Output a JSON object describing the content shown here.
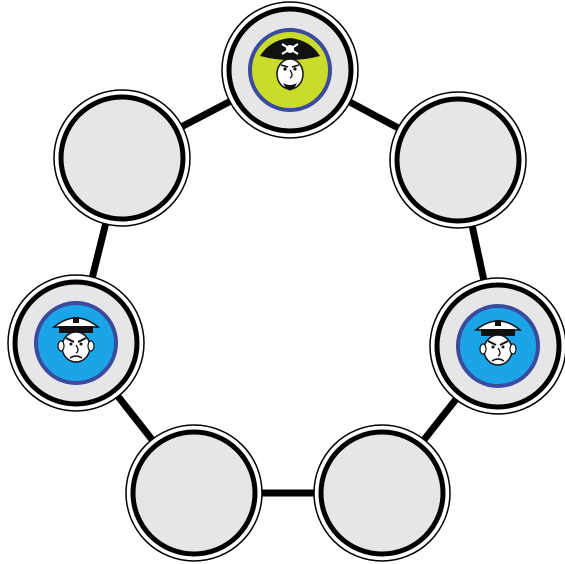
{
  "game": {
    "board_type": "cycle-graph",
    "colors": {
      "background": "#ffffff",
      "edge": "#000000",
      "node_fill": "#e6e6e8",
      "node_ring": "#000000",
      "pirate_disc": "#c9dc2a",
      "cop_disc": "#1ba4e8",
      "disc_border": "#3a4a9c"
    },
    "nodes": [
      {
        "id": 0,
        "token": "pirate",
        "icon": "pirate-icon"
      },
      {
        "id": 1,
        "token": "none",
        "icon": ""
      },
      {
        "id": 2,
        "token": "cop",
        "icon": "cop-icon"
      },
      {
        "id": 3,
        "token": "none",
        "icon": ""
      },
      {
        "id": 4,
        "token": "none",
        "icon": ""
      },
      {
        "id": 5,
        "token": "cop",
        "icon": "cop-icon"
      },
      {
        "id": 6,
        "token": "none",
        "icon": ""
      }
    ],
    "edges": [
      [
        0,
        1
      ],
      [
        1,
        2
      ],
      [
        2,
        3
      ],
      [
        3,
        4
      ],
      [
        4,
        5
      ],
      [
        5,
        6
      ],
      [
        6,
        0
      ]
    ]
  }
}
